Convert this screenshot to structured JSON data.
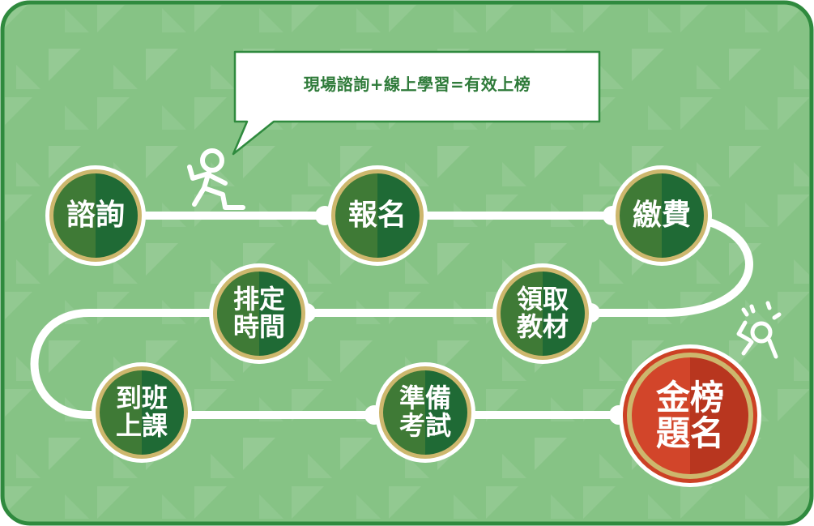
{
  "bubble": {
    "text": "現場諮詢+線上學習=有效上榜"
  },
  "steps": [
    {
      "line1": "諮詢",
      "line2": ""
    },
    {
      "line1": "報名",
      "line2": ""
    },
    {
      "line1": "繳費",
      "line2": ""
    },
    {
      "line1": "領取",
      "line2": "教材"
    },
    {
      "line1": "排定",
      "line2": "時間"
    },
    {
      "line1": "到班",
      "line2": "上課"
    },
    {
      "line1": "準備",
      "line2": "考試"
    },
    {
      "line1": "金榜",
      "line2": "題名"
    }
  ],
  "colors": {
    "background": "#86c385",
    "frame": "#2f8a3e",
    "node_green_light": "#3f7a36",
    "node_green_dark": "#1f6a35",
    "node_ring": "#cdb76d",
    "final_red": "#cc4125",
    "path": "#ffffff"
  },
  "icons": [
    "runner-icon",
    "celebrating-person-icon"
  ]
}
